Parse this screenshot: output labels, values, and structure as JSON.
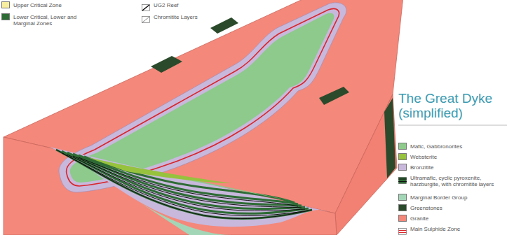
{
  "diagram": {
    "title": "The Great Dyke (simplified)",
    "legend": [
      {
        "text": "Upper Critical Zone",
        "color": "#f8ee9f"
      },
      {
        "text": "Lower Critical, Lower and Marginal Zones",
        "color": "#2e6c35"
      },
      {
        "text": "UG2 Reef"
      },
      {
        "text": "Chromitite Layers"
      },
      {
        "text": "Mafic, Gabbronorites",
        "color": "#8dca8b"
      },
      {
        "text": "Websterite",
        "color": "#96c23e"
      },
      {
        "text": "Bronzitite",
        "color": "#c8b8dc"
      },
      {
        "text": "Ultramafic, cyclic pyroxenite, harzburgite, with chromitite layers"
      },
      {
        "text": "Marginal Border Group",
        "color": "#a3d6b7"
      },
      {
        "text": "Greenstones",
        "color": "#2b4a2b"
      },
      {
        "text": "Granite",
        "color": "#f4887b"
      },
      {
        "text": "Main Sulphide Zone"
      }
    ]
  }
}
